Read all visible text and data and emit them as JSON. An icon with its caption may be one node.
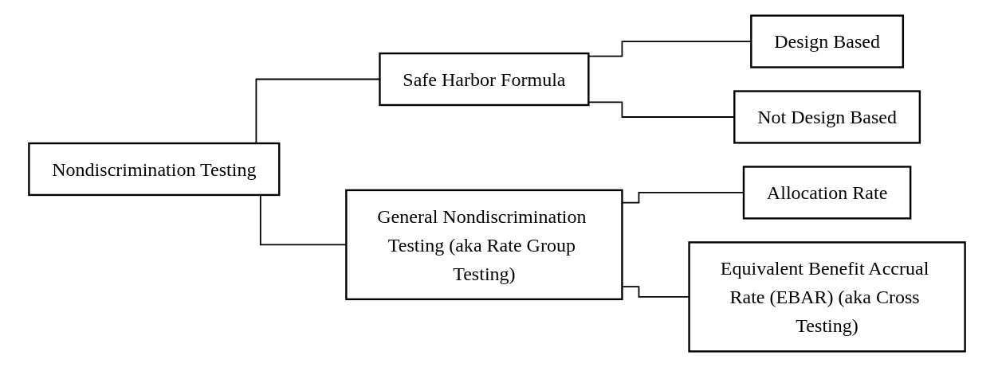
{
  "diagram": {
    "nodes": [
      {
        "text": [
          "Nondiscrimination Testing"
        ]
      },
      {
        "text": [
          "Safe Harbor Formula"
        ]
      },
      {
        "text": [
          "General Nondiscrimination Testing (aka Rate Group Testing)"
        ]
      },
      {
        "text": [
          "Design Based"
        ]
      },
      {
        "text": [
          "Not Design Based"
        ]
      },
      {
        "text": [
          "Allocation Rate"
        ]
      },
      {
        "text": [
          "Equivalent Benefit Accrual Rate (EBAR) (aka Cross Testing)"
        ]
      }
    ],
    "edges": [
      {
        "from": 0,
        "to": 1,
        "arrow": "none"
      },
      {
        "from": 0,
        "to": 2,
        "arrow": "none"
      },
      {
        "from": 1,
        "to": 3,
        "arrow": "none"
      },
      {
        "from": 1,
        "to": 4,
        "arrow": "none"
      },
      {
        "from": 2,
        "to": 5,
        "arrow": "none"
      },
      {
        "from": 2,
        "to": 6,
        "arrow": "none"
      }
    ]
  }
}
